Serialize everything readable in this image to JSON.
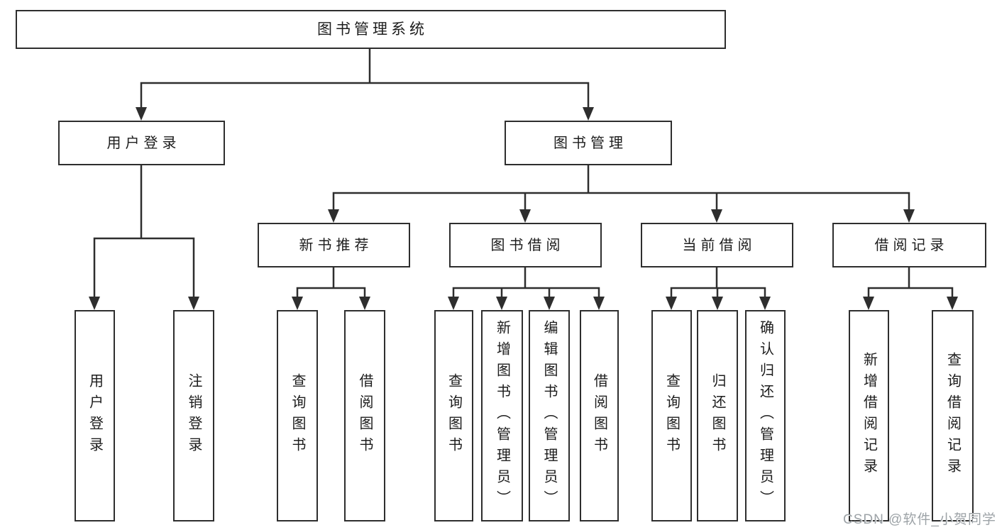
{
  "tree": {
    "root": {
      "label": "图书管理系统"
    },
    "children": [
      {
        "label": "用户登录",
        "children": [
          {
            "label": "用户登录"
          },
          {
            "label": "注销登录"
          }
        ]
      },
      {
        "label": "图书管理",
        "children": [
          {
            "label": "新书推荐",
            "children": [
              {
                "label": "查询图书"
              },
              {
                "label": "借阅图书"
              }
            ]
          },
          {
            "label": "图书借阅",
            "children": [
              {
                "label": "查询图书"
              },
              {
                "label": "新增图书（管理员）"
              },
              {
                "label": "编辑图书（管理员）"
              },
              {
                "label": "借阅图书"
              }
            ]
          },
          {
            "label": "当前借阅",
            "children": [
              {
                "label": "查询图书"
              },
              {
                "label": "归还图书"
              },
              {
                "label": "确认归还（管理员）"
              }
            ]
          },
          {
            "label": "借阅记录",
            "children": [
              {
                "label": "新增借阅记录"
              },
              {
                "label": "查询借阅记录"
              }
            ]
          }
        ]
      }
    ]
  },
  "watermark": {
    "text": "CSDN @软件_小贺同学"
  },
  "colors": {
    "line": "#2e2e2e",
    "text": "#1c1c1c",
    "watermark": "#9da3a7",
    "background": "#ffffff"
  }
}
